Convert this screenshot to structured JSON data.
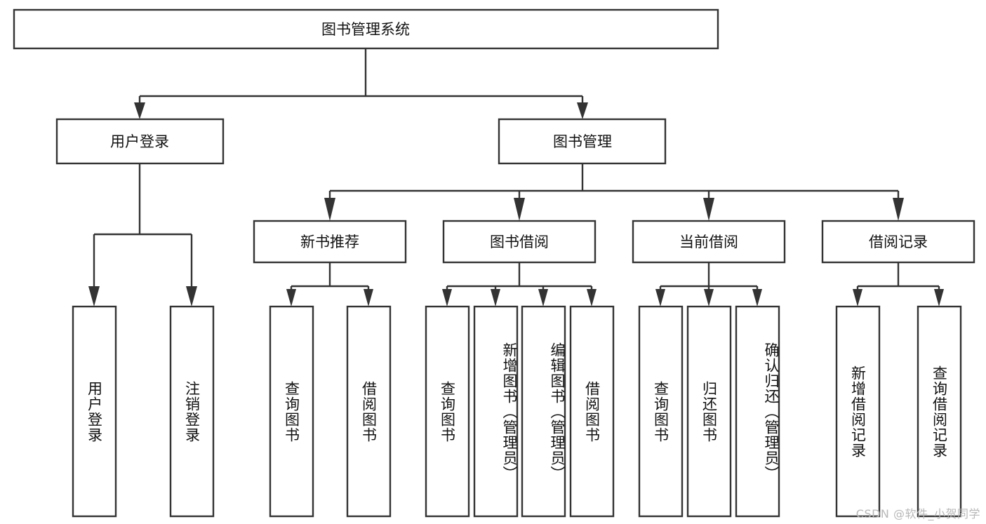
{
  "diagram": {
    "type": "tree",
    "title": "图书管理系统",
    "watermark": "CSDN @软件_小贺同学",
    "colors": {
      "stroke": "#333333",
      "fill": "#ffffff",
      "text": "#111111",
      "watermark": "#b8b8b8"
    },
    "root": {
      "label": "图书管理系统"
    },
    "level2": [
      {
        "label": "用户登录"
      },
      {
        "label": "图书管理"
      }
    ],
    "level3": [
      {
        "label": "新书推荐"
      },
      {
        "label": "图书借阅"
      },
      {
        "label": "当前借阅"
      },
      {
        "label": "借阅记录"
      }
    ],
    "leaves": {
      "user_login": [
        {
          "label": "用户登录"
        },
        {
          "label": "注销登录"
        }
      ],
      "new_book_recommend": [
        {
          "label": "查询图书"
        },
        {
          "label": "借阅图书"
        }
      ],
      "book_borrow": [
        {
          "label": "查询图书"
        },
        {
          "label": "新增图书（管理员）"
        },
        {
          "label": "编辑图书（管理员）"
        },
        {
          "label": "借阅图书"
        }
      ],
      "current_borrow": [
        {
          "label": "查询图书"
        },
        {
          "label": "归还图书"
        },
        {
          "label": "确认归还（管理员）"
        }
      ],
      "borrow_record": [
        {
          "label": "新增借阅记录"
        },
        {
          "label": "查询借阅记录"
        }
      ]
    }
  }
}
